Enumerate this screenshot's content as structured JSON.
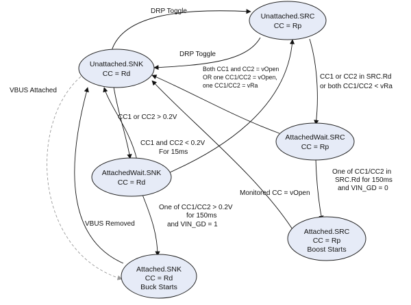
{
  "states": {
    "unattached_snk": {
      "line1": "Unattached.SNK",
      "line2": "CC = Rd"
    },
    "unattached_src": {
      "line1": "Unattached.SRC",
      "line2": "CC = Rp"
    },
    "attachedwait_snk": {
      "line1": "AttachedWait.SNK",
      "line2": "CC = Rd"
    },
    "attachedwait_src": {
      "line1": "AttachedWait.SRC",
      "line2": "CC = Rp"
    },
    "attached_snk": {
      "line1": "Attached.SNK",
      "line2": "CC = Rd",
      "line3": "Buck Starts"
    },
    "attached_src": {
      "line1": "Attached.SRC",
      "line2": "CC = Rp",
      "line3": "Boost Starts"
    }
  },
  "transitions": {
    "drp_toggle_top": "DRP Toggle",
    "drp_toggle_mid": "DRP Toggle",
    "vbus_attached": "VBUS Attached",
    "vbus_removed": "VBUS Removed",
    "cc_gt": "CC1 or CC2 > 0.2V",
    "cc_lt": {
      "line1": "CC1 and CC2 < 0.2V",
      "line2": "For 15ms"
    },
    "vopen": {
      "line1": "Both CC1 and CC2 = vOpen",
      "line2": "OR one CC1/CC2 = vOpen,",
      "line3": "one CC1/CC2 = vRa"
    },
    "src_rd": {
      "line1": "CC1 or CC2 in SRC.Rd",
      "line2": "or both CC1/CC2 < vRa"
    },
    "src_150": {
      "line1": "One of CC1/CC2 in",
      "line2": "SRC.Rd for 150ms",
      "line3": "and VIN_GD = 0"
    },
    "monitored": "Monitored CC = vOpen",
    "snk_150": {
      "line1": "One of CC1/CC2 > 0.2V",
      "line2": "for 150ms",
      "line3": "and VIN_GD = 1"
    }
  }
}
